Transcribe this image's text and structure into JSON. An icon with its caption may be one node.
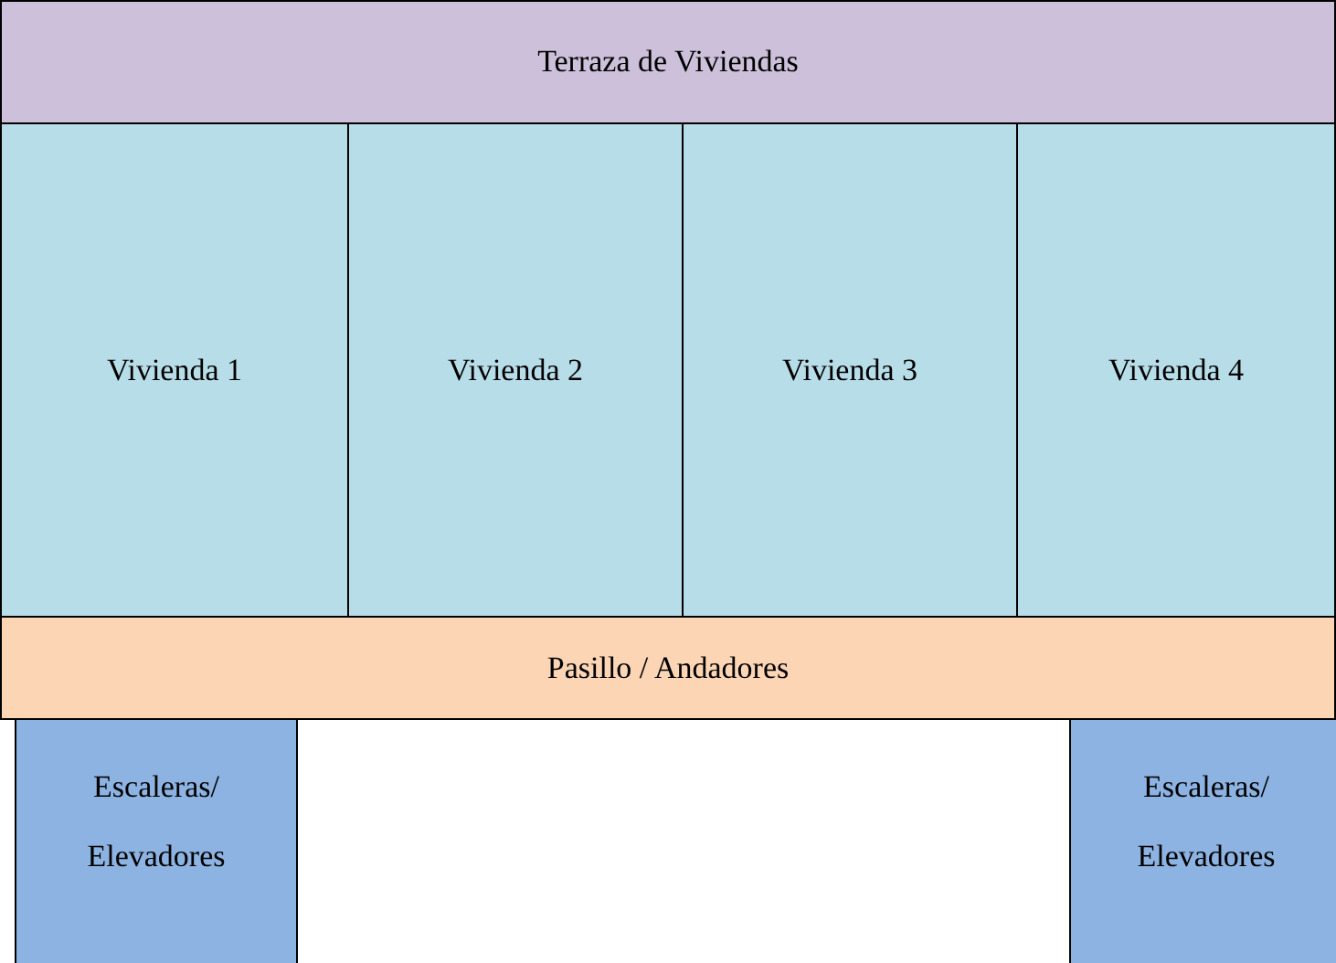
{
  "diagram": {
    "nodes": [
      {
        "text": [
          "Terraza de Viviendas"
        ]
      },
      {
        "text": [
          "Vivienda 1"
        ]
      },
      {
        "text": [
          "Vivienda 2"
        ]
      },
      {
        "text": [
          "Vivienda 3"
        ]
      },
      {
        "text": [
          "Vivienda 4"
        ]
      },
      {
        "text": [
          "Pasillo / Andadores"
        ]
      },
      {
        "text": [
          "Escaleras/ Elevadores"
        ]
      },
      {
        "text": [
          "Escaleras/ Elevadores"
        ]
      }
    ]
  }
}
